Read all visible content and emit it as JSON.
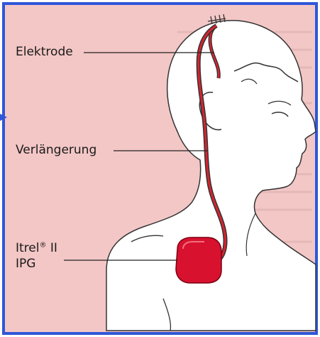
{
  "labels": {
    "elektrode": "Elektrode",
    "verlaengerung": "Verlängerung",
    "ipg_name": "Itrel",
    "ipg_registered": "®",
    "ipg_model": " II",
    "ipg_type": "IPG"
  },
  "colors": {
    "background_pink": "#f3c7c6",
    "frame_blue": "#2f57d8",
    "silhouette_fill": "#ffffff",
    "outline": "#333333",
    "lead_red": "#d8232f",
    "ipg_red": "#d8112f",
    "leader_line": "#222222"
  }
}
